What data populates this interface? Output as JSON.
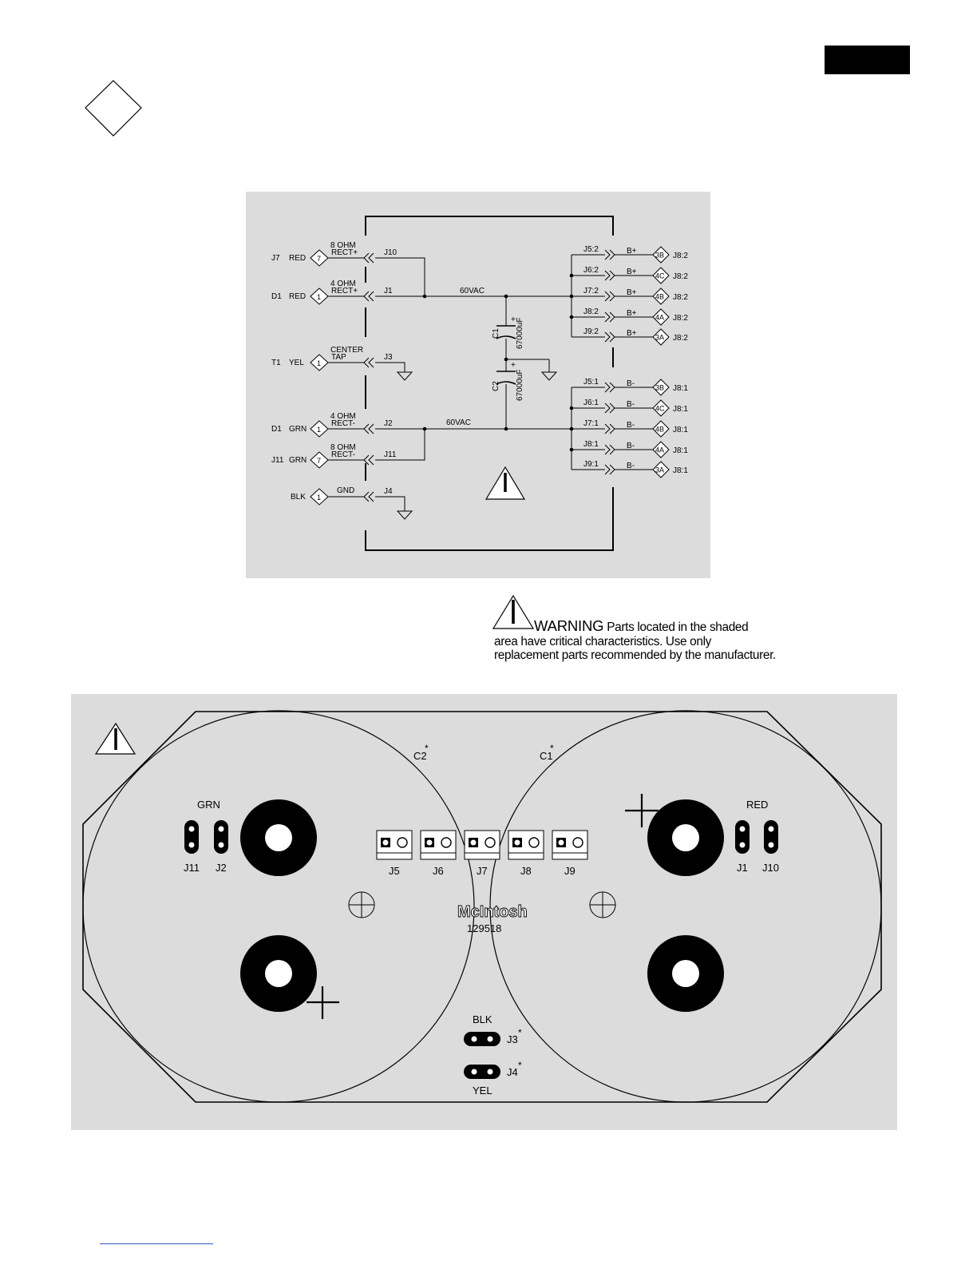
{
  "schematic": {
    "left_connectors": [
      {
        "ref": "J7",
        "wire": "RED",
        "pin": "7",
        "label1": "8 OHM",
        "label2": "RECT+",
        "jack": "J10"
      },
      {
        "ref": "D1",
        "wire": "RED",
        "pin": "1",
        "label1": "4 OHM",
        "label2": "RECT+",
        "jack": "J1"
      },
      {
        "ref": "T1",
        "wire": "YEL",
        "pin": "1",
        "label1": "CENTER",
        "label2": "TAP",
        "jack": "J3"
      },
      {
        "ref": "D1",
        "wire": "GRN",
        "pin": "1",
        "label1": "4 OHM",
        "label2": "RECT-",
        "jack": "J2"
      },
      {
        "ref": "J11",
        "wire": "GRN",
        "pin": "7",
        "label1": "8 OHM",
        "label2": "RECT-",
        "jack": "J11"
      },
      {
        "ref": "",
        "wire": "BLK",
        "pin": "1",
        "label1": "GND",
        "label2": "",
        "jack": "J4"
      }
    ],
    "vac_top": "60VAC",
    "vac_bottom": "60VAC",
    "capacitors": [
      {
        "ref": "C1",
        "value": "67000uF",
        "polarity": "+"
      },
      {
        "ref": "C2",
        "value": "67000uF",
        "polarity": "+"
      }
    ],
    "right_outputs": [
      {
        "jack": "J5:2",
        "rail": "B+",
        "pin": "3B",
        "dest": "J8:2"
      },
      {
        "jack": "J6:2",
        "rail": "B+",
        "pin": "4C",
        "dest": "J8:2"
      },
      {
        "jack": "J7:2",
        "rail": "B+",
        "pin": "4B",
        "dest": "J8:2"
      },
      {
        "jack": "J8:2",
        "rail": "B+",
        "pin": "4A",
        "dest": "J8:2"
      },
      {
        "jack": "J9:2",
        "rail": "B+",
        "pin": "3A",
        "dest": "J8:2"
      },
      {
        "jack": "J5:1",
        "rail": "B-",
        "pin": "3B",
        "dest": "J8:1"
      },
      {
        "jack": "J6:1",
        "rail": "B-",
        "pin": "4C",
        "dest": "J8:1"
      },
      {
        "jack": "J7:1",
        "rail": "B-",
        "pin": "4B",
        "dest": "J8:1"
      },
      {
        "jack": "J8:1",
        "rail": "B-",
        "pin": "4A",
        "dest": "J8:1"
      },
      {
        "jack": "J9:1",
        "rail": "B-",
        "pin": "3A",
        "dest": "J8:1"
      }
    ]
  },
  "warning": {
    "heading": "WARNING",
    "line1": "Parts located in the shaded",
    "line2": "area have critical characteristics. Use only",
    "line3": "replacement parts recommended by the manufacturer."
  },
  "pcb": {
    "cap_left": "C2",
    "cap_right": "C1",
    "asterisk": "*",
    "grn_label": "GRN",
    "red_label": "RED",
    "left_pads": [
      "J11",
      "J2"
    ],
    "right_pads": [
      "J1",
      "J10"
    ],
    "headers": [
      "J5",
      "J6",
      "J7",
      "J8",
      "J9"
    ],
    "brand": "McIntosh",
    "part_number": "129518",
    "blk_label": "BLK",
    "yel_label": "YEL",
    "pad_j3": "J3",
    "pad_j4": "J4"
  },
  "colors": {
    "panel": "#dcdcdc",
    "ink": "#000000",
    "page": "#ffffff",
    "footer_rule": "#3355cc"
  }
}
